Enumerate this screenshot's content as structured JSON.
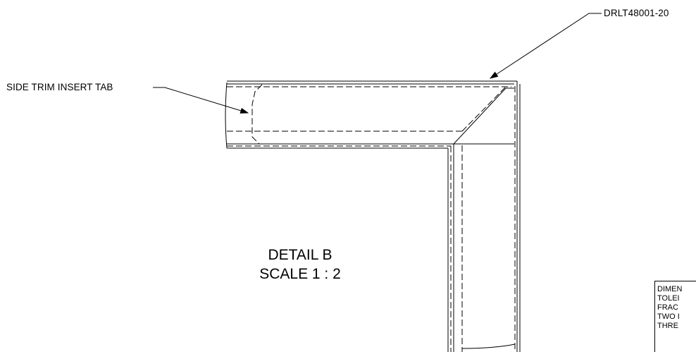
{
  "callouts": {
    "part_number": "DRLT48001-20",
    "side_trim": "SIDE TRIM INSERT TAB"
  },
  "detail_view": {
    "title": "DETAIL B",
    "scale": "SCALE 1 : 2"
  },
  "title_block_lines": [
    "DIMEN",
    "TOLEI",
    "FRAC",
    "TWO I",
    "THRE"
  ],
  "colors": {
    "line": "#000000",
    "background": "#ffffff"
  }
}
